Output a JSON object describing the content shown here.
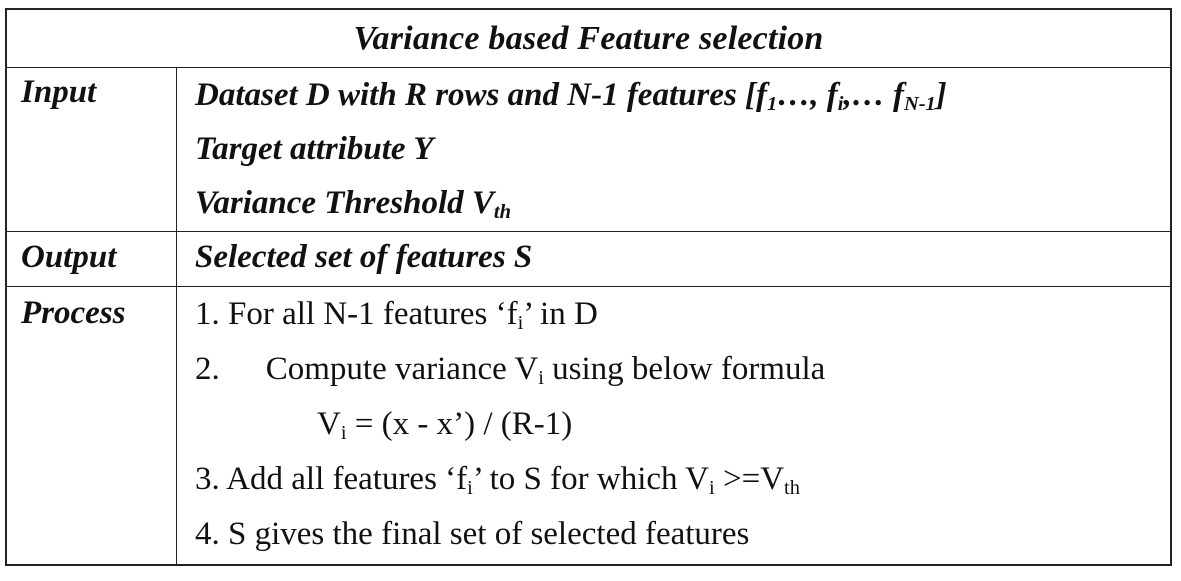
{
  "title": "Variance based Feature selection",
  "input": {
    "label": "Input",
    "line1": "Dataset D with R rows and N-1 features  [f",
    "line1_sub1": "1",
    "line1_mid1": "…, f",
    "line1_sub2": "i",
    "line1_mid2": ",… f",
    "line1_sub3": "N-1",
    "line1_end": "]",
    "line2": "Target attribute Y",
    "line3": "Variance Threshold V",
    "line3_sub": "th"
  },
  "output": {
    "label": "Output",
    "value": "Selected set of features S"
  },
  "process": {
    "label": "Process",
    "step1_a": "1. For all N-1 features ‘f",
    "step1_sub": "i",
    "step1_b": "’ in D",
    "step2_num": "2.",
    "step2_a": "Compute variance V",
    "step2_sub": "i",
    "step2_b": " using below formula",
    "formula_a": "V",
    "formula_sub": "i",
    "formula_b": " = (x - x’) / (R-1)",
    "step3_a": "3. Add all features ‘f",
    "step3_sub1": "i",
    "step3_b": "’ to S for which V",
    "step3_sub2": "i",
    "step3_c": " >=V",
    "step3_sub3": "th",
    "step4": "4. S gives the final set of selected features"
  }
}
